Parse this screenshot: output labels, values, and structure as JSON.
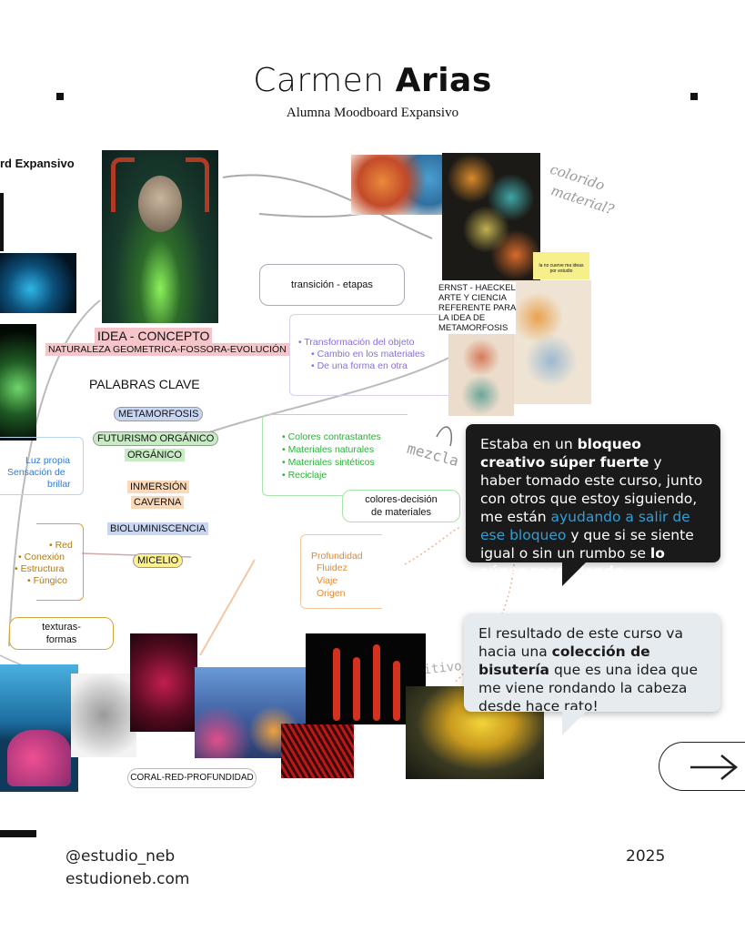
{
  "header": {
    "name_first": "Carmen",
    "name_last": "Arias",
    "subtitle": "Alumna Moodboard Expansivo"
  },
  "board": {
    "corner_title": "rd Expansivo",
    "idea_concepto": "IDEA - CONCEPTO",
    "naturaleza": "NATURALEZA GEOMETRICA-FOSSORA-EVOLUCIÓN",
    "palabras_clave": "PALABRAS CLAVE",
    "keywords": [
      "METAMORFOSIS",
      "FUTURISMO ORGÁNICO",
      "ORGÁNICO",
      "INMERSIÓN",
      "CAVERNA",
      "BIOLUMINISCENCIA",
      "MICELIO"
    ],
    "luz": [
      "Luz propia",
      "Sensación de",
      "brillar"
    ],
    "red_list": [
      "Red",
      "Conexión",
      "Estructura",
      "Fúngico"
    ],
    "texturas": [
      "texturas-",
      "formas"
    ],
    "transicion": "transición - etapas",
    "transformacion": [
      "Transformación del objeto",
      "Cambio en los materiales",
      "De una forma en otra"
    ],
    "colores_list": [
      "Colores contrastantes",
      "Materiales naturales",
      "Materiales sintéticos",
      "Reciclaje"
    ],
    "colores_decision": [
      "colores-decisión",
      "de materiales"
    ],
    "profundidad": [
      "Profundidad",
      "Fluidez",
      "Viaje",
      "Origen"
    ],
    "coral_label": "CORAL-RED-PROFUNDIDAD",
    "haeckel": [
      "ERNST - HAECKEL",
      "ARTE Y CIENCIA",
      "REFERENTE PARA",
      "LA IDEA DE",
      "METAMORFOSIS"
    ],
    "sticky": "la no cuerve ma ideas por estudio",
    "handwriting_1": [
      "colorido",
      "material?"
    ],
    "handwriting_2": "mezcla",
    "handwriting_3": "sensitivo"
  },
  "quote1": {
    "p1": "Estaba en un ",
    "b1": "bloqueo creativo súper fuerte",
    "p2": " y haber tomado este curso, junto con otros que estoy siguiendo, me están ",
    "link": "ayudando a salir de ese bloqueo",
    "p3": " y que si se siente igual o sin un rumbo se ",
    "b2": "lo súper recomiendo."
  },
  "quote2": {
    "p1": "El resultado de este curso va hacia una ",
    "b1": "colección de bisutería",
    "p2": " que es una idea que me viene rondando la cabeza desde hace rato!"
  },
  "footer": {
    "handle": "@estudio_neb",
    "site": "estudioneb.com",
    "year": "2025"
  },
  "icons": [
    "arrow-right-icon"
  ],
  "colors": {
    "accent_blue": "#2f9fd8",
    "keyword_pink": "#f6c5c9",
    "keyword_green": "#c7ecc4",
    "keyword_blue": "#c9d6f2",
    "keyword_yellow": "#fff18a",
    "keyword_orange": "#fbd8b8",
    "dark_card": "#1a1a1a",
    "light_card": "#e6ebef"
  }
}
